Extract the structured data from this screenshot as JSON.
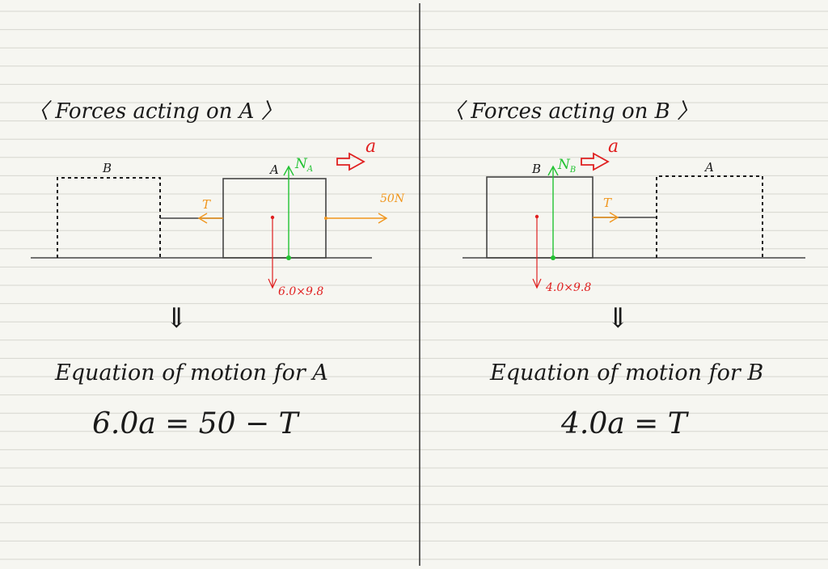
{
  "colors": {
    "paper": "#f6f6f1",
    "rule_line": "#d6d6d0",
    "ink": "#1a1a1a",
    "normal_force": "#22c232",
    "gravity": "#e02020",
    "acceleration": "#e02020",
    "tension": "#f0961e"
  },
  "left_panel": {
    "heading": "〈 Forces acting on A 〉",
    "block_b_label": "B",
    "block_a_label": "A",
    "normal_label": "N",
    "normal_sub": "A",
    "accel_label": "a",
    "tension_label": "T",
    "applied_force_label": "50N",
    "gravity_label": "6.0×9.8",
    "implies": "⇓",
    "equation_title": "Equation of motion for A",
    "equation": "6.0a = 50 − T"
  },
  "right_panel": {
    "heading": "〈 Forces acting on B 〉",
    "block_b_label": "B",
    "block_a_label": "A",
    "normal_label": "N",
    "normal_sub": "B",
    "accel_label": "a",
    "tension_label": "T",
    "gravity_label": "4.0×9.8",
    "implies": "⇓",
    "equation_title": "Equation of motion for B",
    "equation": "4.0a = T"
  }
}
